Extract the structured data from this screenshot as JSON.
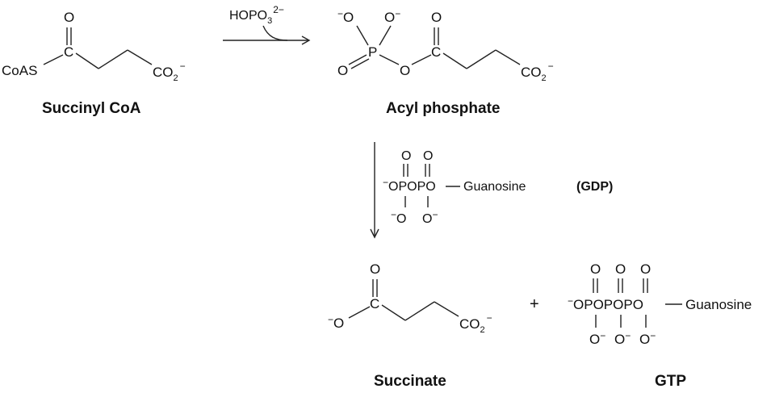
{
  "reaction": {
    "reagent_top": "HOPO",
    "reagent_top_sub": "3",
    "reagent_top_sup": "2−",
    "gdp_label": "(GDP)",
    "plus": "+"
  },
  "compounds": {
    "succinyl_coa": "Succinyl CoA",
    "acyl_phosphate": "Acyl phosphate",
    "succinate": "Succinate",
    "gtp": "GTP"
  },
  "atoms": {
    "coas": "CoAS",
    "oxygen": "O",
    "carbon": "C",
    "phosphorus": "P",
    "co2": "CO",
    "co2_sub": "2",
    "minus": "−",
    "guanosine": "Guanosine",
    "dash": "−",
    "gdp_chain": "OPOPO",
    "gtp_chain": "OPOPOPO"
  }
}
